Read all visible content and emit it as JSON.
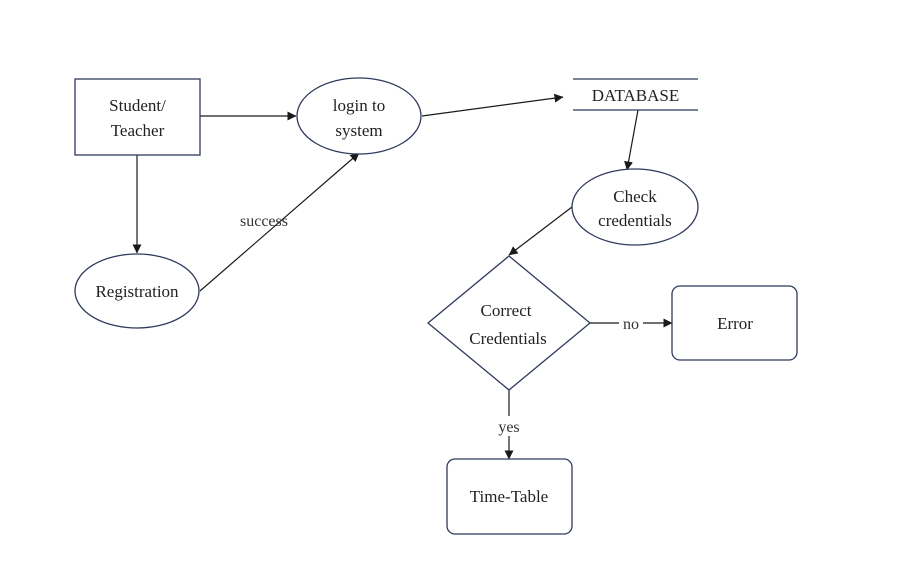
{
  "nodes": {
    "student_teacher": {
      "line1": "Student/",
      "line2": "Teacher"
    },
    "login": {
      "line1": "login to",
      "line2": "system"
    },
    "database": {
      "label": "DATABASE"
    },
    "check": {
      "line1": "Check",
      "line2": "credentials"
    },
    "registration": {
      "label": "Registration"
    },
    "decision": {
      "line1": "Correct",
      "line2": "Credentials"
    },
    "error": {
      "label": "Error"
    },
    "timetable": {
      "label": "Time-Table"
    }
  },
  "edges": {
    "success": "success",
    "no": "no",
    "yes": "yes"
  },
  "colors": {
    "node_stroke": "#2f3a5c",
    "arrow": "#1a1a1a",
    "text": "#222222"
  }
}
